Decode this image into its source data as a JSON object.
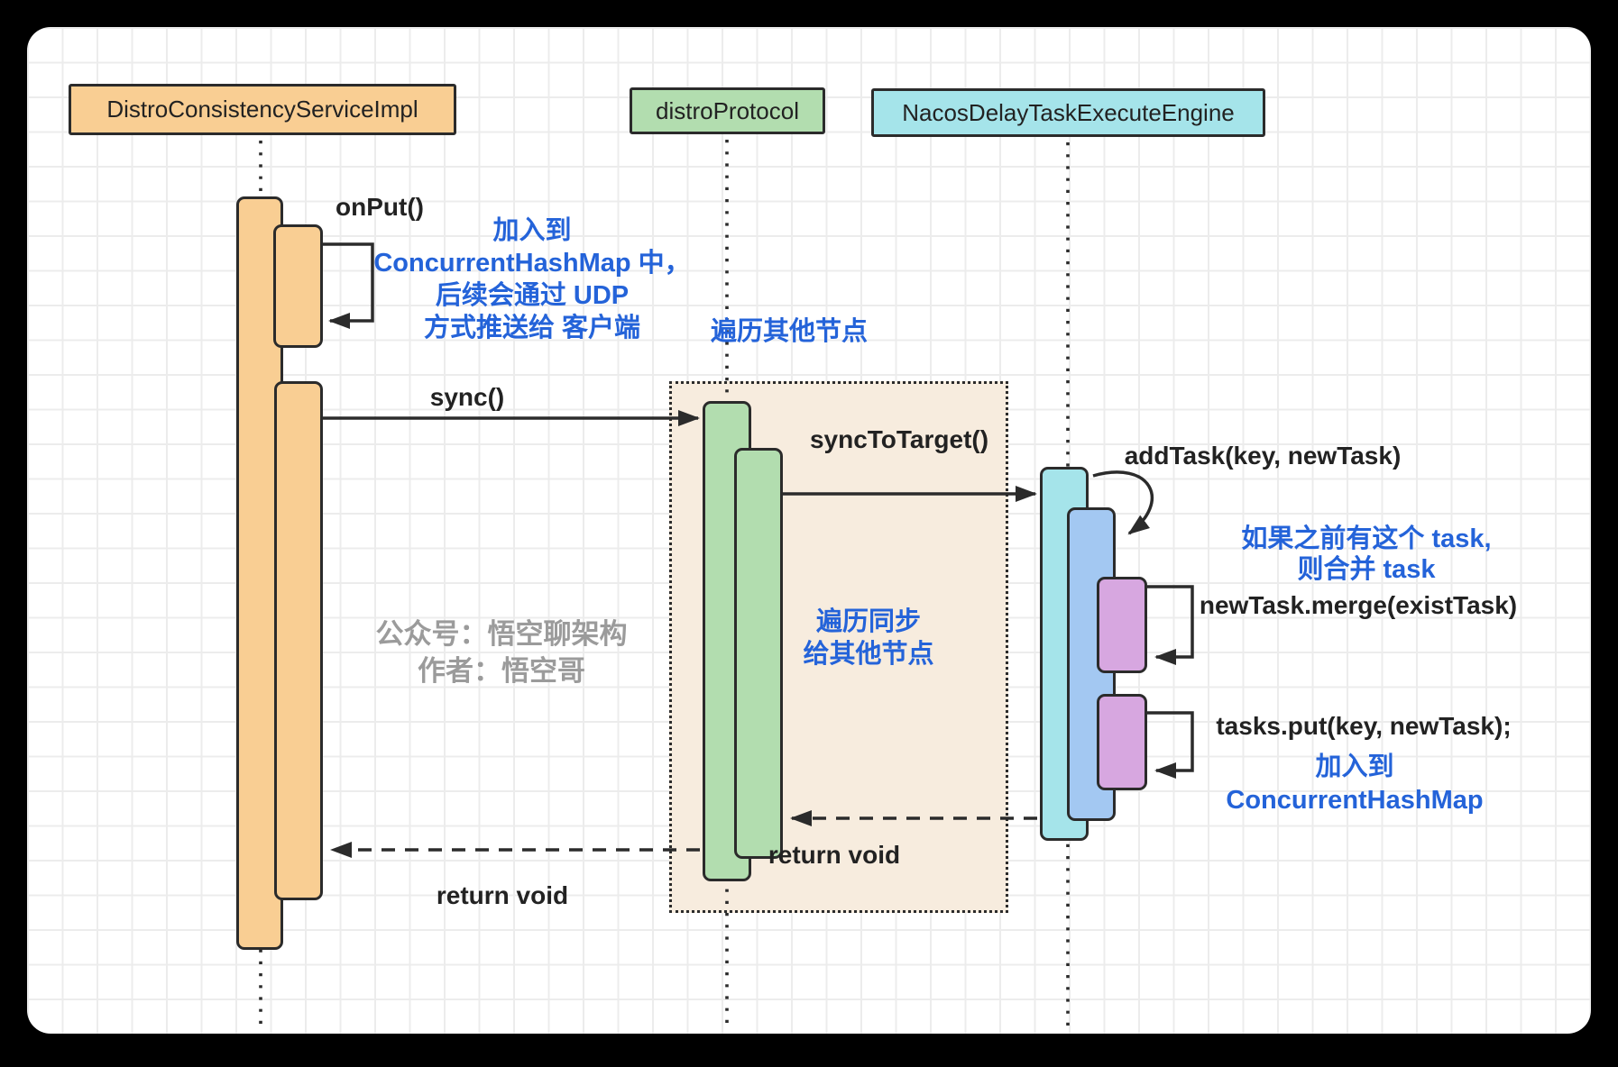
{
  "diagram": {
    "participants": [
      {
        "label": "DistroConsistencyServiceImpl"
      },
      {
        "label": "distroProtocol"
      },
      {
        "label": "NacosDelayTaskExecuteEngine"
      }
    ],
    "messages": {
      "onput": "onPut()",
      "sync": "sync()",
      "sync_to_target": "syncToTarget()",
      "add_task": "addTask(key, newTask)",
      "merge": "newTask.merge(existTask)",
      "tasks_put": "tasks.put(key, newTask);",
      "return_void_inner": "return void",
      "return_void_outer": "return void"
    },
    "annotations": {
      "put_note": {
        "lines": [
          "加入到",
          "ConcurrentHashMap 中，",
          "后续会通过 UDP",
          "方式推送给 客户端"
        ]
      },
      "iterate_nodes": "遍历其他节点",
      "iterate_sync": {
        "lines": [
          "遍历同步",
          "给其他节点"
        ]
      },
      "merge_note": {
        "lines": [
          "如果之前有这个 task,",
          "则合并 task"
        ]
      },
      "put_map_note": {
        "lines": [
          "加入到",
          "ConcurrentHashMap"
        ]
      }
    },
    "watermark": {
      "lines": [
        "公众号：悟空聊架构",
        "作者：悟空哥"
      ]
    },
    "colors": {
      "page_bg": "#000000",
      "canvas": "#FFFFFF",
      "grid": "#ECECEC",
      "stroke": "#2B2B2B",
      "label_dark": "#222222",
      "orange": "#F9CE93",
      "green": "#B2DDAF",
      "cyan": "#A5E4EA",
      "blue": "#A3C8F2",
      "purple": "#D7A7E0",
      "frame_fill": "#F7ECDE",
      "note_blue": "#2463D9",
      "watermark_gray": "#9B9B9B"
    }
  }
}
